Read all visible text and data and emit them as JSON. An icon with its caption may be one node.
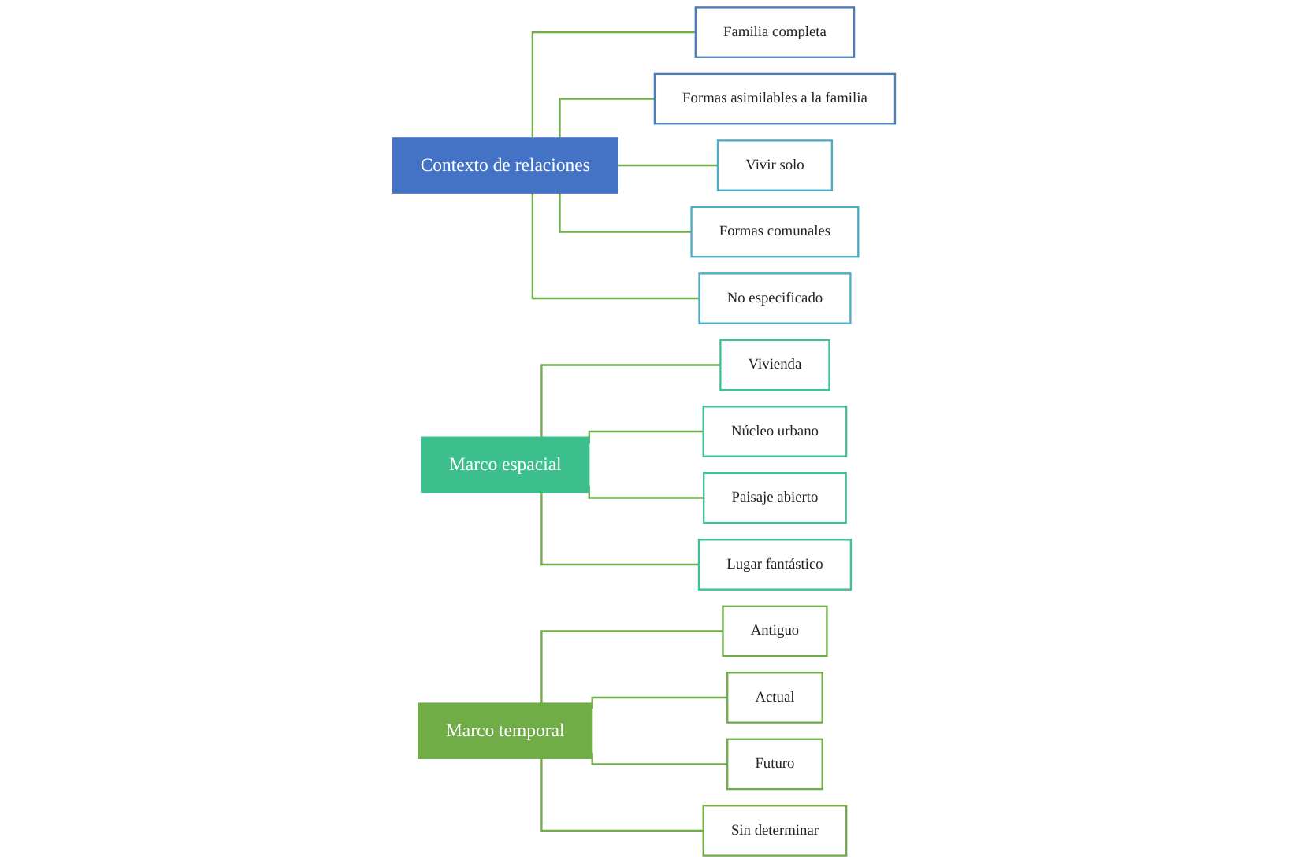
{
  "diagram": {
    "nodes": [
      {
        "text": [
          "Contexto de relaciones"
        ]
      },
      {
        "text": [
          "Familia completa"
        ]
      },
      {
        "text": [
          "Formas asimilables a la familia"
        ]
      },
      {
        "text": [
          "Vivir solo"
        ]
      },
      {
        "text": [
          "Formas comunales"
        ]
      },
      {
        "text": [
          "No especificado"
        ]
      },
      {
        "text": [
          "Marco espacial"
        ]
      },
      {
        "text": [
          "Vivienda"
        ]
      },
      {
        "text": [
          "Núcleo urbano"
        ]
      },
      {
        "text": [
          "Paisaje abierto"
        ]
      },
      {
        "text": [
          "Lugar fantástico"
        ]
      },
      {
        "text": [
          "Marco temporal"
        ]
      },
      {
        "text": [
          "Antiguo"
        ]
      },
      {
        "text": [
          "Actual"
        ]
      },
      {
        "text": [
          "Futuro"
        ]
      },
      {
        "text": [
          "Sin determinar"
        ]
      }
    ],
    "edges": [
      {
        "from": 0,
        "to": 1,
        "arrow": "none"
      },
      {
        "from": 0,
        "to": 2,
        "arrow": "none"
      },
      {
        "from": 0,
        "to": 3,
        "arrow": "none"
      },
      {
        "from": 0,
        "to": 4,
        "arrow": "none"
      },
      {
        "from": 0,
        "to": 5,
        "arrow": "none"
      },
      {
        "from": 6,
        "to": 7,
        "arrow": "none"
      },
      {
        "from": 6,
        "to": 8,
        "arrow": "none"
      },
      {
        "from": 6,
        "to": 9,
        "arrow": "none"
      },
      {
        "from": 6,
        "to": 10,
        "arrow": "none"
      },
      {
        "from": 11,
        "to": 12,
        "arrow": "none"
      },
      {
        "from": 11,
        "to": 13,
        "arrow": "none"
      },
      {
        "from": 11,
        "to": 14,
        "arrow": "none"
      },
      {
        "from": 11,
        "to": 15,
        "arrow": "none"
      }
    ]
  }
}
